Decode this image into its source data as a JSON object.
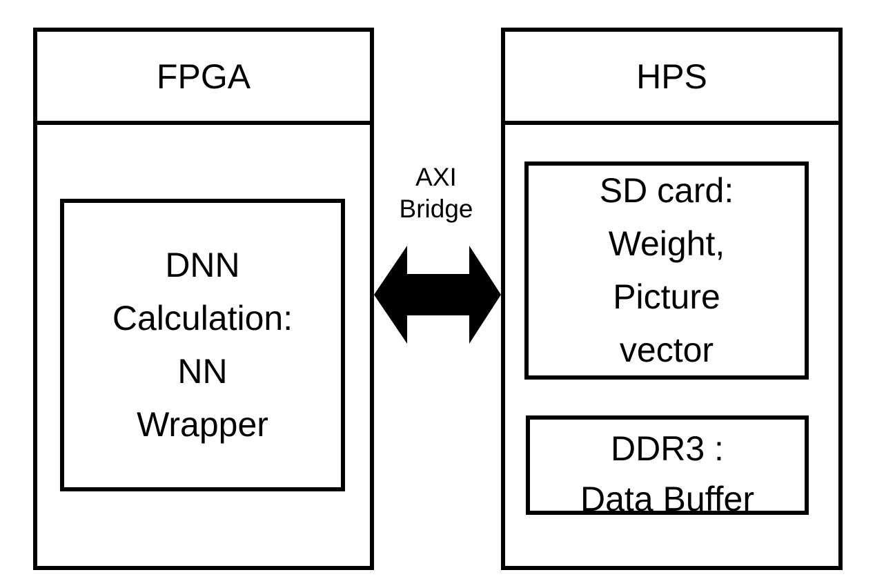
{
  "fpga": {
    "title": "FPGA",
    "module_lines": [
      "DNN",
      "Calculation:",
      "NN",
      "Wrapper"
    ]
  },
  "hps": {
    "title": "HPS",
    "sd_lines": [
      "SD card:",
      "Weight,",
      "Picture",
      "vector"
    ],
    "ddr_lines": [
      "DDR3 :",
      "Data Buffer"
    ]
  },
  "bridge": {
    "label_lines": [
      "AXI",
      "Bridge"
    ],
    "direction": "bidirectional"
  }
}
